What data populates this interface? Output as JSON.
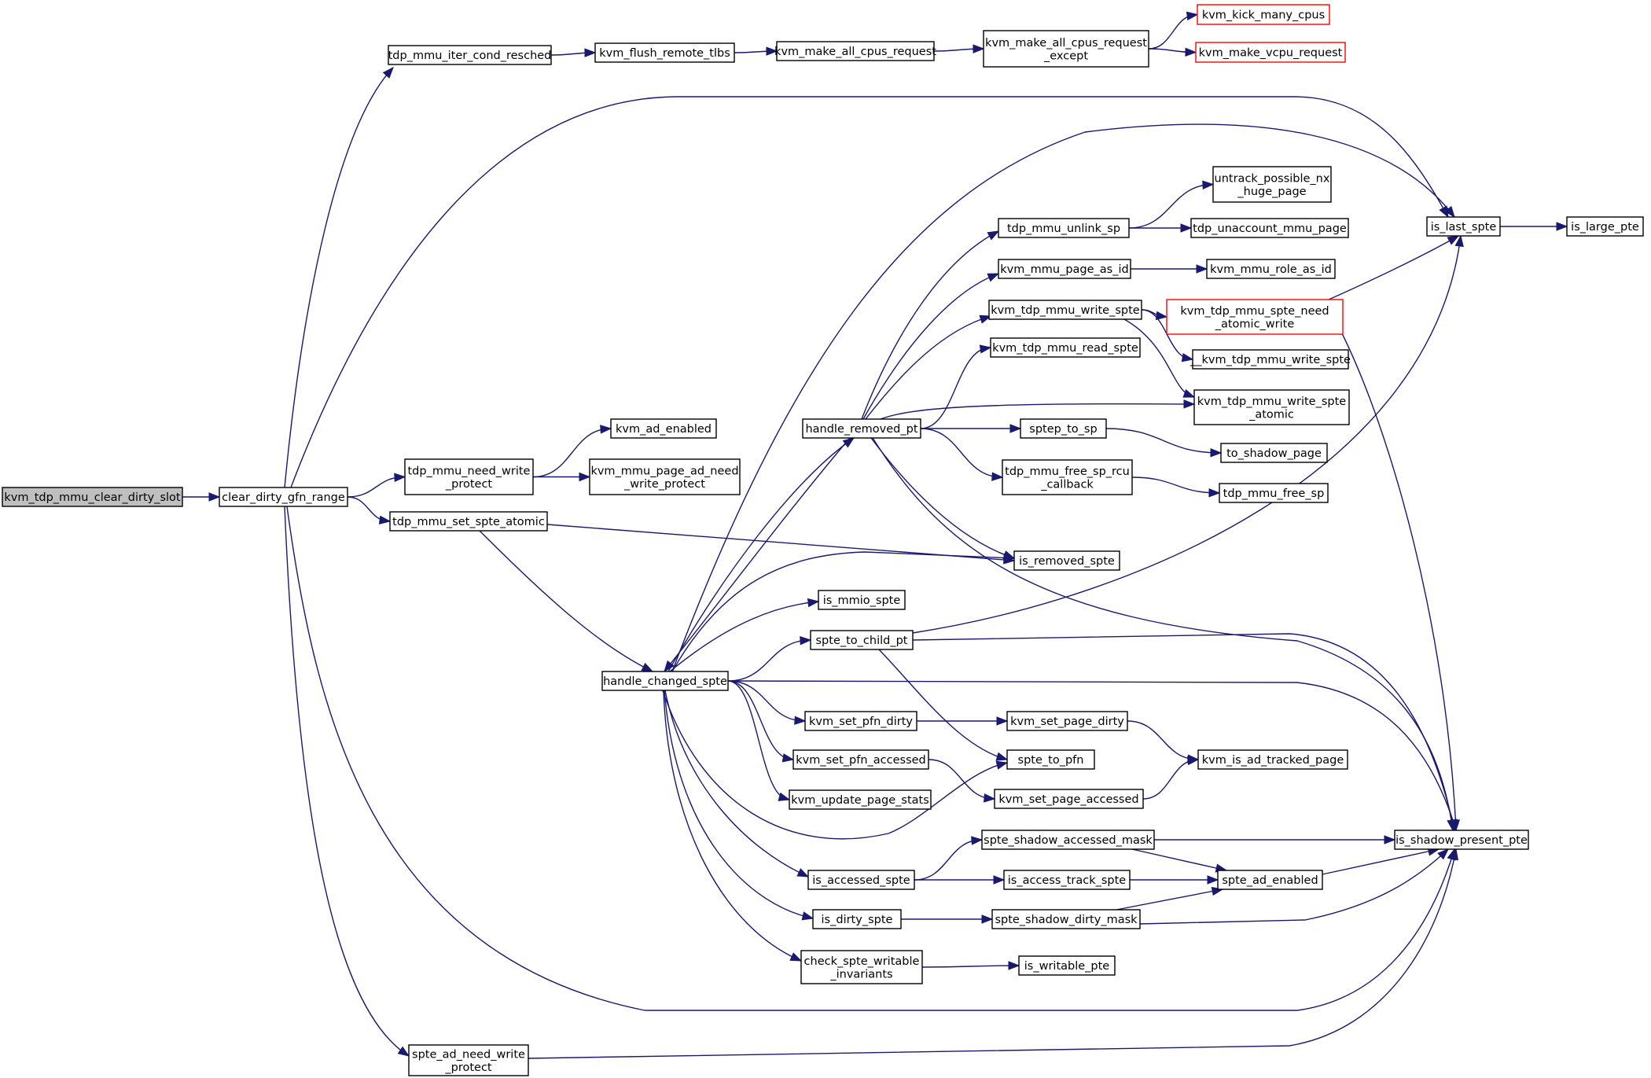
{
  "graph": {
    "colors": {
      "edge": "#191970",
      "root_fill": "#bfbfbf",
      "node_border": "#000000",
      "truncated_border": "#ff0000",
      "background": "#ffffff"
    },
    "nodes": [
      {
        "id": "kvm_tdp_mmu_clear_dirty_slot",
        "lines": [
          "kvm_tdp_mmu_clear_dirty_slot"
        ],
        "root": true
      },
      {
        "id": "clear_dirty_gfn_range",
        "lines": [
          "clear_dirty_gfn_range"
        ]
      },
      {
        "id": "tdp_mmu_iter_cond_resched",
        "lines": [
          "tdp_mmu_iter_cond_resched"
        ]
      },
      {
        "id": "kvm_flush_remote_tlbs",
        "lines": [
          "kvm_flush_remote_tlbs"
        ]
      },
      {
        "id": "kvm_make_all_cpus_request",
        "lines": [
          "kvm_make_all_cpus_request"
        ]
      },
      {
        "id": "kvm_make_all_cpus_request_except",
        "lines": [
          "kvm_make_all_cpus_request",
          "_except"
        ]
      },
      {
        "id": "kvm_kick_many_cpus",
        "lines": [
          "kvm_kick_many_cpus"
        ],
        "truncated": true
      },
      {
        "id": "kvm_make_vcpu_request",
        "lines": [
          "kvm_make_vcpu_request"
        ],
        "truncated": true
      },
      {
        "id": "is_last_spte",
        "lines": [
          "is_last_spte"
        ]
      },
      {
        "id": "is_large_pte",
        "lines": [
          "is_large_pte"
        ]
      },
      {
        "id": "untrack_possible_nx_huge_page",
        "lines": [
          "untrack_possible_nx",
          "_huge_page"
        ]
      },
      {
        "id": "tdp_mmu_unlink_sp",
        "lines": [
          "tdp_mmu_unlink_sp"
        ]
      },
      {
        "id": "tdp_unaccount_mmu_page",
        "lines": [
          "tdp_unaccount_mmu_page"
        ]
      },
      {
        "id": "kvm_mmu_page_as_id",
        "lines": [
          "kvm_mmu_page_as_id"
        ]
      },
      {
        "id": "kvm_mmu_role_as_id",
        "lines": [
          "kvm_mmu_role_as_id"
        ]
      },
      {
        "id": "kvm_tdp_mmu_write_spte",
        "lines": [
          "kvm_tdp_mmu_write_spte"
        ]
      },
      {
        "id": "kvm_tdp_mmu_spte_need_atomic_write",
        "lines": [
          "kvm_tdp_mmu_spte_need",
          "_atomic_write"
        ],
        "truncated": true
      },
      {
        "id": "__kvm_tdp_mmu_write_spte",
        "lines": [
          "__kvm_tdp_mmu_write_spte"
        ]
      },
      {
        "id": "kvm_tdp_mmu_read_spte",
        "lines": [
          "kvm_tdp_mmu_read_spte"
        ]
      },
      {
        "id": "kvm_tdp_mmu_write_spte_atomic",
        "lines": [
          "kvm_tdp_mmu_write_spte",
          "_atomic"
        ]
      },
      {
        "id": "kvm_ad_enabled",
        "lines": [
          "kvm_ad_enabled"
        ]
      },
      {
        "id": "handle_removed_pt",
        "lines": [
          "handle_removed_pt"
        ]
      },
      {
        "id": "sptep_to_sp",
        "lines": [
          "sptep_to_sp"
        ]
      },
      {
        "id": "to_shadow_page",
        "lines": [
          "to_shadow_page"
        ]
      },
      {
        "id": "tdp_mmu_need_write_protect",
        "lines": [
          "tdp_mmu_need_write",
          "_protect"
        ]
      },
      {
        "id": "kvm_mmu_page_ad_need_write_protect",
        "lines": [
          "kvm_mmu_page_ad_need",
          "_write_protect"
        ]
      },
      {
        "id": "tdp_mmu_free_sp_rcu_callback",
        "lines": [
          "tdp_mmu_free_sp_rcu",
          "_callback"
        ]
      },
      {
        "id": "tdp_mmu_free_sp",
        "lines": [
          "tdp_mmu_free_sp"
        ]
      },
      {
        "id": "tdp_mmu_set_spte_atomic",
        "lines": [
          "tdp_mmu_set_spte_atomic"
        ]
      },
      {
        "id": "is_removed_spte",
        "lines": [
          "is_removed_spte"
        ]
      },
      {
        "id": "is_mmio_spte",
        "lines": [
          "is_mmio_spte"
        ]
      },
      {
        "id": "spte_to_child_pt",
        "lines": [
          "spte_to_child_pt"
        ]
      },
      {
        "id": "handle_changed_spte",
        "lines": [
          "handle_changed_spte"
        ]
      },
      {
        "id": "kvm_set_pfn_dirty",
        "lines": [
          "kvm_set_pfn_dirty"
        ]
      },
      {
        "id": "kvm_set_page_dirty",
        "lines": [
          "kvm_set_page_dirty"
        ]
      },
      {
        "id": "spte_to_pfn",
        "lines": [
          "spte_to_pfn"
        ]
      },
      {
        "id": "kvm_is_ad_tracked_page",
        "lines": [
          "kvm_is_ad_tracked_page"
        ]
      },
      {
        "id": "kvm_set_pfn_accessed",
        "lines": [
          "kvm_set_pfn_accessed"
        ]
      },
      {
        "id": "kvm_update_page_stats",
        "lines": [
          "kvm_update_page_stats"
        ]
      },
      {
        "id": "kvm_set_page_accessed",
        "lines": [
          "kvm_set_page_accessed"
        ]
      },
      {
        "id": "spte_shadow_accessed_mask",
        "lines": [
          "spte_shadow_accessed_mask"
        ]
      },
      {
        "id": "is_shadow_present_pte",
        "lines": [
          "is_shadow_present_pte"
        ]
      },
      {
        "id": "is_accessed_spte",
        "lines": [
          "is_accessed_spte"
        ]
      },
      {
        "id": "is_access_track_spte",
        "lines": [
          "is_access_track_spte"
        ]
      },
      {
        "id": "spte_ad_enabled",
        "lines": [
          "spte_ad_enabled"
        ]
      },
      {
        "id": "is_dirty_spte",
        "lines": [
          "is_dirty_spte"
        ]
      },
      {
        "id": "spte_shadow_dirty_mask",
        "lines": [
          "spte_shadow_dirty_mask"
        ]
      },
      {
        "id": "check_spte_writable_invariants",
        "lines": [
          "check_spte_writable",
          "_invariants"
        ]
      },
      {
        "id": "is_writable_pte",
        "lines": [
          "is_writable_pte"
        ]
      },
      {
        "id": "spte_ad_need_write_protect",
        "lines": [
          "spte_ad_need_write",
          "_protect"
        ]
      }
    ],
    "edges": [
      {
        "from": "kvm_tdp_mmu_clear_dirty_slot",
        "to": "clear_dirty_gfn_range"
      },
      {
        "from": "clear_dirty_gfn_range",
        "to": "tdp_mmu_iter_cond_resched"
      },
      {
        "from": "clear_dirty_gfn_range",
        "to": "is_last_spte"
      },
      {
        "from": "clear_dirty_gfn_range",
        "to": "tdp_mmu_need_write_protect"
      },
      {
        "from": "clear_dirty_gfn_range",
        "to": "tdp_mmu_set_spte_atomic"
      },
      {
        "from": "clear_dirty_gfn_range",
        "to": "is_shadow_present_pte"
      },
      {
        "from": "clear_dirty_gfn_range",
        "to": "spte_ad_need_write_protect"
      },
      {
        "from": "tdp_mmu_iter_cond_resched",
        "to": "kvm_flush_remote_tlbs"
      },
      {
        "from": "kvm_flush_remote_tlbs",
        "to": "kvm_make_all_cpus_request"
      },
      {
        "from": "kvm_make_all_cpus_request",
        "to": "kvm_make_all_cpus_request_except"
      },
      {
        "from": "kvm_make_all_cpus_request_except",
        "to": "kvm_kick_many_cpus"
      },
      {
        "from": "kvm_make_all_cpus_request_except",
        "to": "kvm_make_vcpu_request"
      },
      {
        "from": "is_last_spte",
        "to": "is_large_pte"
      },
      {
        "from": "tdp_mmu_need_write_protect",
        "to": "kvm_ad_enabled"
      },
      {
        "from": "tdp_mmu_need_write_protect",
        "to": "kvm_mmu_page_ad_need_write_protect"
      },
      {
        "from": "tdp_mmu_set_spte_atomic",
        "to": "handle_changed_spte"
      },
      {
        "from": "tdp_mmu_set_spte_atomic",
        "to": "is_removed_spte"
      },
      {
        "from": "handle_changed_spte",
        "to": "is_last_spte"
      },
      {
        "from": "handle_changed_spte",
        "to": "handle_removed_pt"
      },
      {
        "from": "handle_changed_spte",
        "to": "is_removed_spte"
      },
      {
        "from": "handle_changed_spte",
        "to": "is_mmio_spte"
      },
      {
        "from": "handle_changed_spte",
        "to": "spte_to_child_pt"
      },
      {
        "from": "handle_changed_spte",
        "to": "is_shadow_present_pte"
      },
      {
        "from": "handle_changed_spte",
        "to": "kvm_set_pfn_dirty"
      },
      {
        "from": "handle_changed_spte",
        "to": "kvm_set_pfn_accessed"
      },
      {
        "from": "handle_changed_spte",
        "to": "spte_to_pfn"
      },
      {
        "from": "handle_changed_spte",
        "to": "kvm_update_page_stats"
      },
      {
        "from": "handle_changed_spte",
        "to": "is_accessed_spte"
      },
      {
        "from": "handle_changed_spte",
        "to": "is_dirty_spte"
      },
      {
        "from": "handle_changed_spte",
        "to": "check_spte_writable_invariants"
      },
      {
        "from": "handle_removed_pt",
        "to": "handle_changed_spte"
      },
      {
        "from": "handle_removed_pt",
        "to": "tdp_mmu_unlink_sp"
      },
      {
        "from": "handle_removed_pt",
        "to": "kvm_mmu_page_as_id"
      },
      {
        "from": "handle_removed_pt",
        "to": "kvm_tdp_mmu_write_spte"
      },
      {
        "from": "handle_removed_pt",
        "to": "kvm_tdp_mmu_read_spte"
      },
      {
        "from": "handle_removed_pt",
        "to": "kvm_tdp_mmu_write_spte_atomic"
      },
      {
        "from": "handle_removed_pt",
        "to": "sptep_to_sp"
      },
      {
        "from": "handle_removed_pt",
        "to": "tdp_mmu_free_sp_rcu_callback"
      },
      {
        "from": "handle_removed_pt",
        "to": "is_removed_spte"
      },
      {
        "from": "handle_removed_pt",
        "to": "is_shadow_present_pte"
      },
      {
        "from": "tdp_mmu_unlink_sp",
        "to": "untrack_possible_nx_huge_page"
      },
      {
        "from": "tdp_mmu_unlink_sp",
        "to": "tdp_unaccount_mmu_page"
      },
      {
        "from": "kvm_mmu_page_as_id",
        "to": "kvm_mmu_role_as_id"
      },
      {
        "from": "kvm_tdp_mmu_write_spte",
        "to": "kvm_tdp_mmu_spte_need_atomic_write"
      },
      {
        "from": "kvm_tdp_mmu_write_spte",
        "to": "__kvm_tdp_mmu_write_spte"
      },
      {
        "from": "kvm_tdp_mmu_write_spte",
        "to": "kvm_tdp_mmu_write_spte_atomic"
      },
      {
        "from": "kvm_tdp_mmu_spte_need_atomic_write",
        "to": "is_last_spte"
      },
      {
        "from": "kvm_tdp_mmu_spte_need_atomic_write",
        "to": "is_shadow_present_pte"
      },
      {
        "from": "sptep_to_sp",
        "to": "to_shadow_page"
      },
      {
        "from": "tdp_mmu_free_sp_rcu_callback",
        "to": "tdp_mmu_free_sp"
      },
      {
        "from": "spte_to_child_pt",
        "to": "is_last_spte"
      },
      {
        "from": "spte_to_child_pt",
        "to": "is_shadow_present_pte"
      },
      {
        "from": "spte_to_child_pt",
        "to": "spte_to_pfn"
      },
      {
        "from": "kvm_set_pfn_dirty",
        "to": "kvm_set_page_dirty"
      },
      {
        "from": "kvm_set_page_dirty",
        "to": "kvm_is_ad_tracked_page"
      },
      {
        "from": "kvm_set_pfn_accessed",
        "to": "kvm_set_page_accessed"
      },
      {
        "from": "kvm_set_page_accessed",
        "to": "kvm_is_ad_tracked_page"
      },
      {
        "from": "is_accessed_spte",
        "to": "spte_shadow_accessed_mask"
      },
      {
        "from": "is_accessed_spte",
        "to": "is_access_track_spte"
      },
      {
        "from": "spte_shadow_accessed_mask",
        "to": "is_shadow_present_pte"
      },
      {
        "from": "spte_shadow_accessed_mask",
        "to": "spte_ad_enabled"
      },
      {
        "from": "is_access_track_spte",
        "to": "spte_ad_enabled"
      },
      {
        "from": "spte_ad_enabled",
        "to": "is_shadow_present_pte"
      },
      {
        "from": "is_dirty_spte",
        "to": "spte_shadow_dirty_mask"
      },
      {
        "from": "spte_shadow_dirty_mask",
        "to": "spte_ad_enabled"
      },
      {
        "from": "spte_shadow_dirty_mask",
        "to": "is_shadow_present_pte"
      },
      {
        "from": "check_spte_writable_invariants",
        "to": "is_writable_pte"
      },
      {
        "from": "spte_ad_need_write_protect",
        "to": "is_shadow_present_pte"
      }
    ]
  }
}
